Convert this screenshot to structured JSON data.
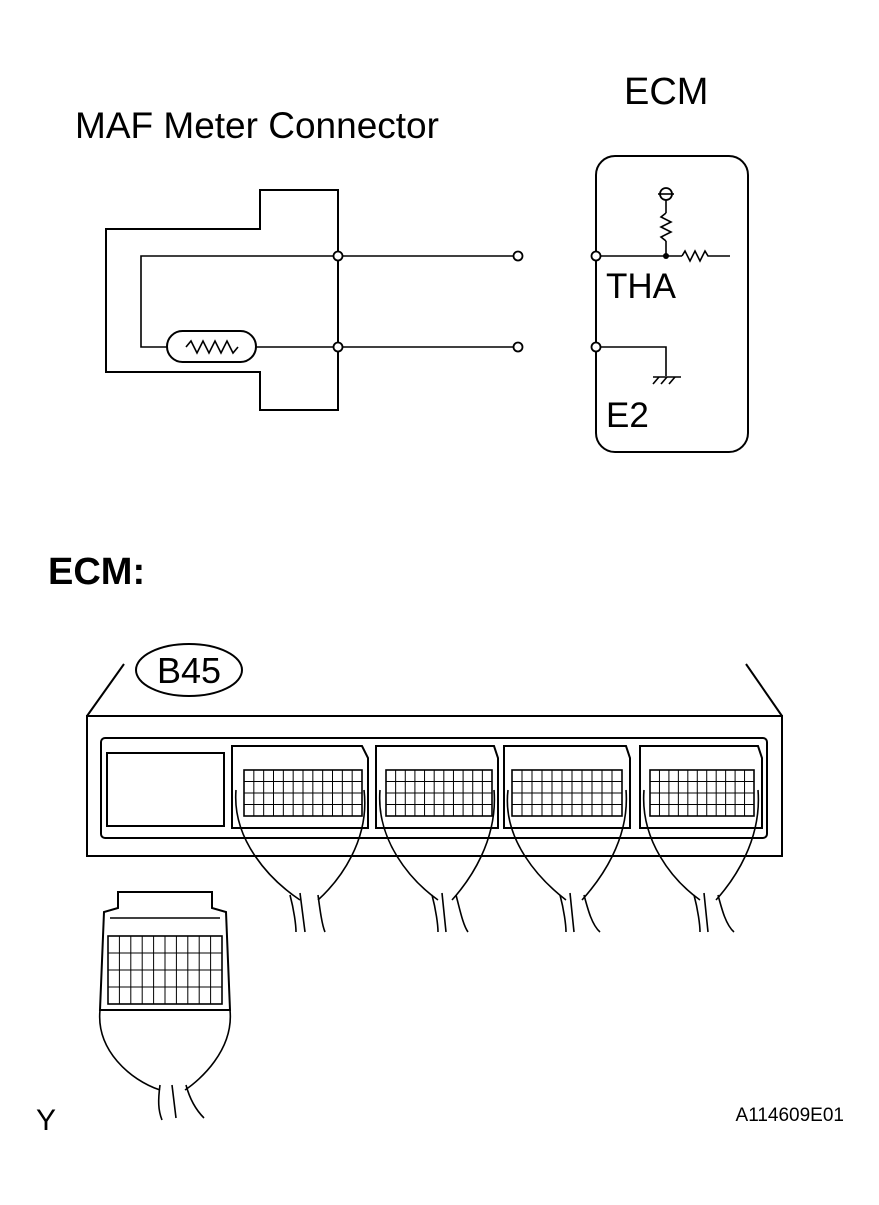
{
  "maf_connector": {
    "title": "MAF Meter Connector"
  },
  "ecm_block": {
    "title": "ECM",
    "pin_tha": "THA",
    "pin_e2": "E2"
  },
  "ecm_view": {
    "heading": "ECM:",
    "connector_id": "B45"
  },
  "footer": {
    "view_code": "Y",
    "figure_id": "A114609E01"
  }
}
